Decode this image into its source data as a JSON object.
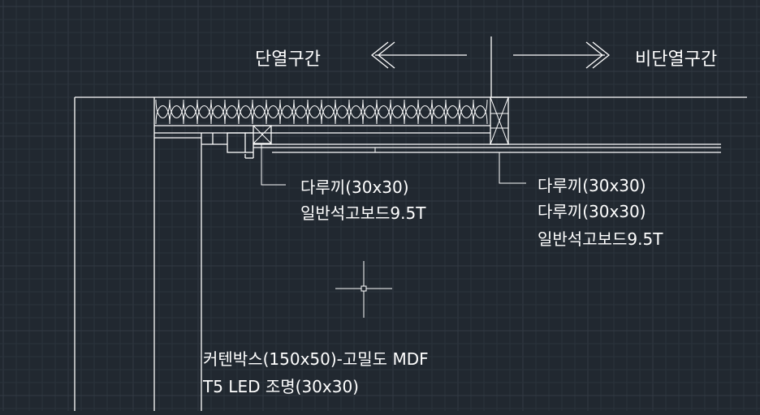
{
  "canvas": {
    "background": "#212830",
    "grid_minor_color": "#2b333c",
    "grid_major_color": "#323a44",
    "line_color": "#ffffff"
  },
  "zones": {
    "insulated_label": "단열구간",
    "non_insulated_label": "비단열구간"
  },
  "callouts": {
    "left_line1": "다루끼(30x30)",
    "left_line2": "일반석고보드9.5T",
    "right_line1": "다루끼(30x30)",
    "right_line2": "다루끼(30x30)",
    "right_line3": "일반석고보드9.5T",
    "bottom_line1": "커텐박스(150x50)-고밀도 MDF",
    "bottom_line2": "T5 LED 조명(30x30)"
  },
  "icons": {
    "cursor": "crosshair-cursor-icon",
    "arrows": "chevron-arrow-icon"
  }
}
